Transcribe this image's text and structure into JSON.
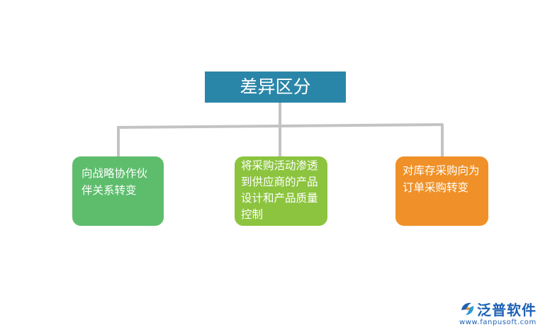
{
  "diagram": {
    "root": {
      "label": "差异区分",
      "color": "#2a86a8"
    },
    "children": [
      {
        "label": "向战略协作伙伴关系转变",
        "color": "#5dbd6c"
      },
      {
        "label": "将采购活动渗透到供应商的产品设计和产品质量控制",
        "color": "#8cc43f"
      },
      {
        "label": "对库存采购向为订单采购转变",
        "color": "#ef9128"
      }
    ],
    "connector_color": "#c3c3c3"
  },
  "logo": {
    "name": "泛普软件",
    "url": "www.fanpusoft.com",
    "color": "#1e62b4"
  }
}
